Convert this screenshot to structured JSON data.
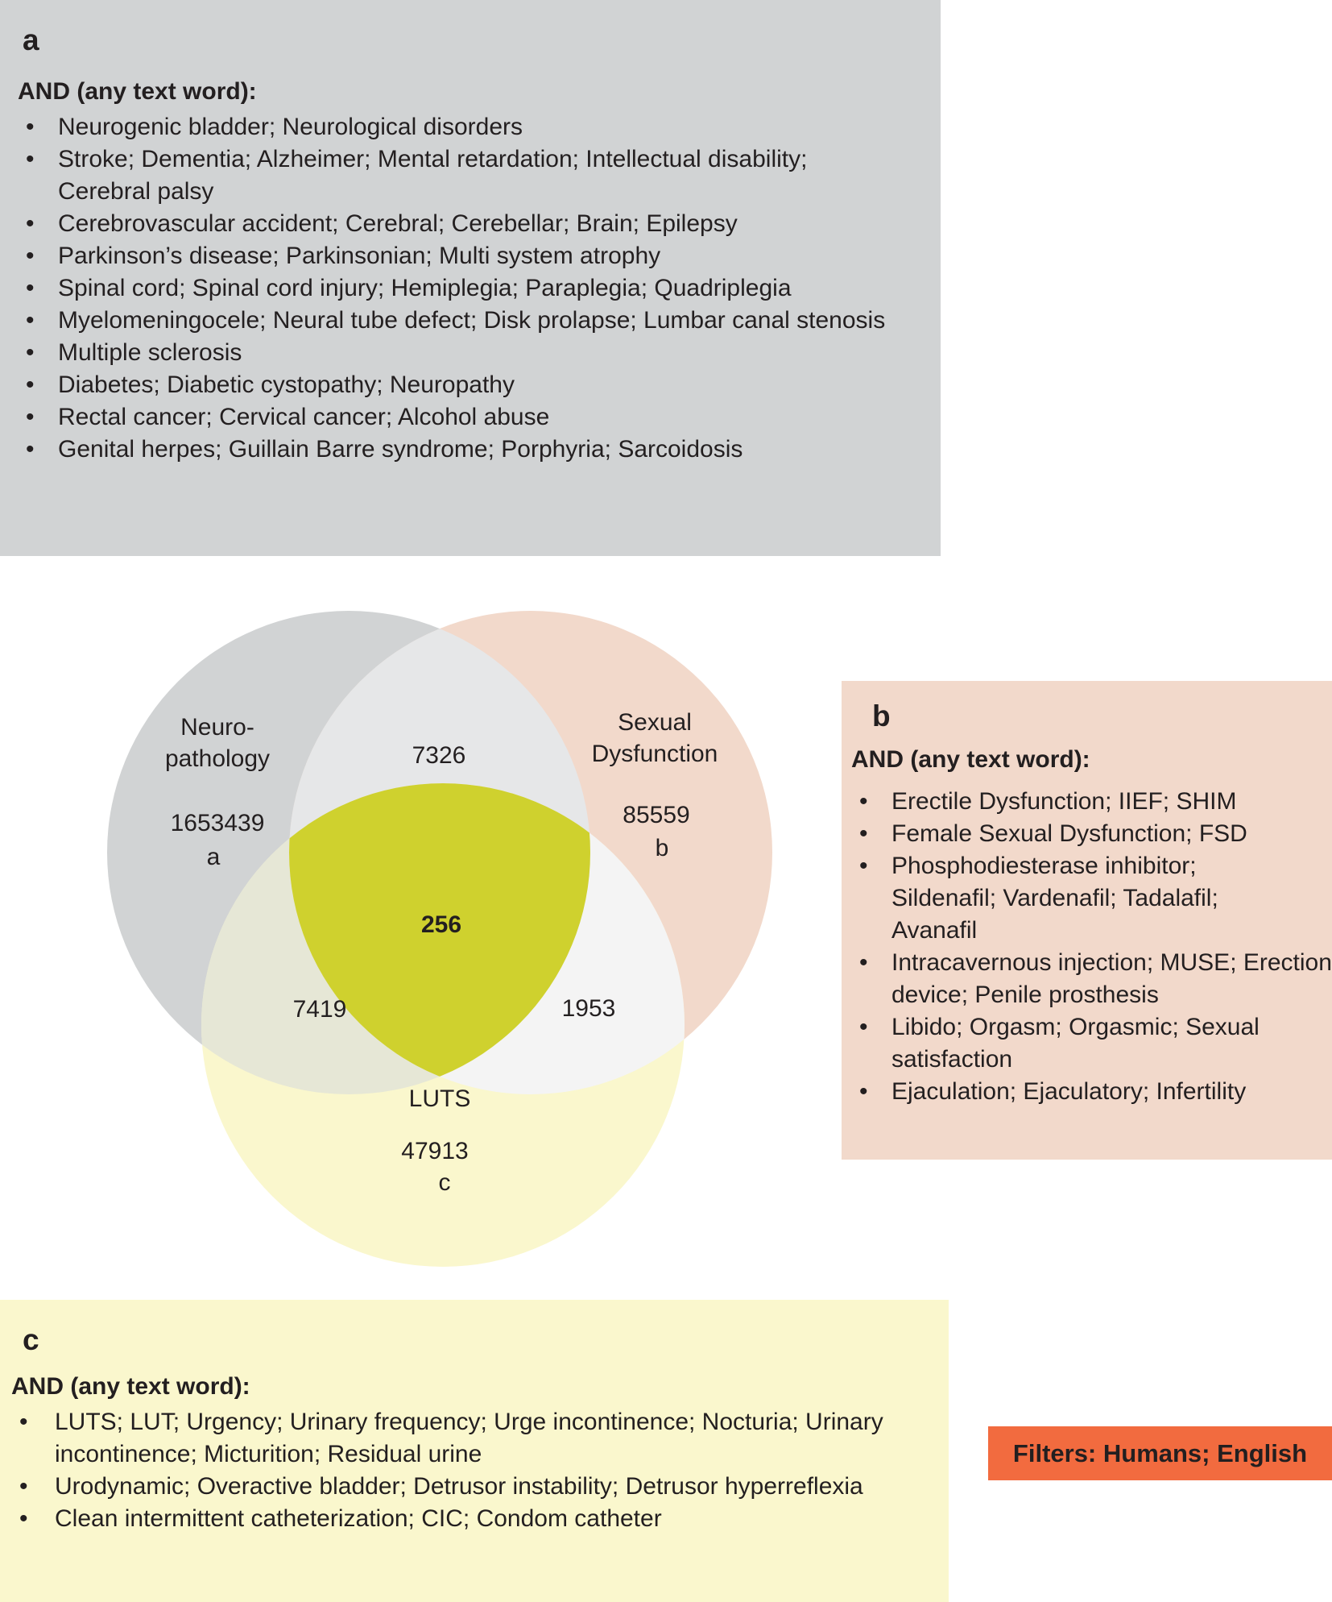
{
  "panel_a": {
    "letter": "a",
    "heading": "AND (any text word):",
    "items": [
      "Neurogenic bladder; Neurological disorders",
      "Stroke; Dementia; Alzheimer; Mental retardation; Intellectual disability; Cerebral palsy",
      "Cerebrovascular accident; Cerebral; Cerebellar; Brain; Epilepsy",
      "Parkinson’s disease; Parkinsonian; Multi system atrophy",
      "Spinal cord; Spinal cord injury; Hemiplegia; Paraplegia; Quadriplegia",
      "Myelomeningocele; Neural tube defect; Disk prolapse; Lumbar canal stenosis",
      "Multiple sclerosis",
      "Diabetes; Diabetic cystopathy; Neuropathy",
      "Rectal cancer; Cervical cancer; Alcohol abuse",
      "Genital herpes; Guillain Barre syndrome; Porphyria; Sarcoidosis"
    ]
  },
  "panel_b": {
    "letter": "b",
    "heading": "AND (any text word):",
    "items": [
      "Erectile Dysfunction; IIEF; SHIM",
      "Female Sexual Dysfunction; FSD",
      "Phosphodiesterase inhibitor; Sildenafil; Vardenafil; Tadalafil; Avanafil",
      "Intracavernous injection; MUSE; Erection device; Penile prosthesis",
      "Libido; Orgasm; Orgasmic; Sexual satisfaction",
      "Ejaculation; Ejaculatory; Infertility"
    ]
  },
  "panel_c": {
    "letter": "c",
    "heading": "AND (any text word):",
    "items": [
      "LUTS; LUT; Urgency; Urinary frequency; Urge incontinence; Nocturia; Urinary incontinence; Micturition; Residual urine",
      "Urodynamic; Overactive bladder; Detrusor instability; Detrusor hyperreflexia",
      "Clean intermittent catheterization; CIC; Condom catheter"
    ]
  },
  "filters": "Filters: Humans; English",
  "venn": {
    "neuro": {
      "label_line1": "Neuro-",
      "label_line2": "pathology",
      "count": "1653439",
      "letter": "a"
    },
    "sexual": {
      "label_line1": "Sexual",
      "label_line2": "Dysfunction",
      "count": "85559",
      "letter": "b"
    },
    "luts": {
      "label": "LUTS",
      "count": "47913",
      "letter": "c"
    },
    "intersections": {
      "neuro_sexual": "7326",
      "neuro_luts": "7419",
      "sexual_luts": "1953",
      "all_three": "256"
    },
    "colors": {
      "neuro": "#d1d3d4",
      "sexual": "#f2d9cb",
      "luts": "#faf7cd",
      "neuro_sexual": "#e6e7e8",
      "neuro_luts": "#e6e7d6",
      "sexual_luts": "#f4f4f4",
      "all_three": "#cfd12e"
    }
  }
}
